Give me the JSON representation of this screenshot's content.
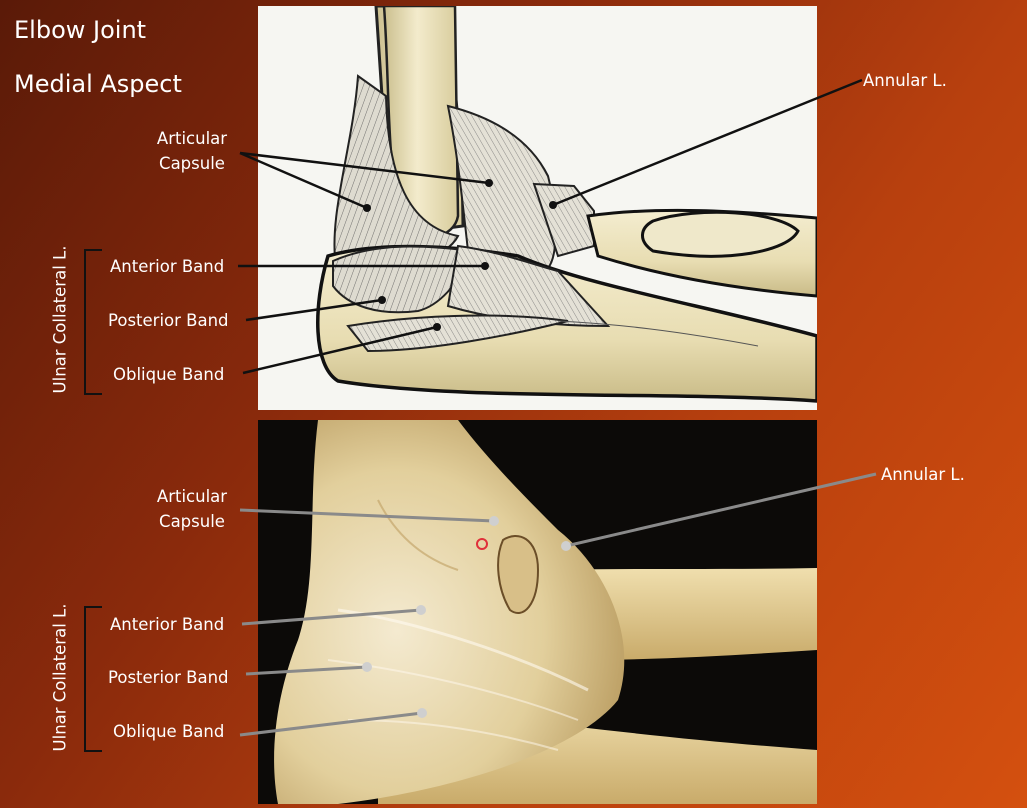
{
  "header": {
    "title": "Elbow Joint",
    "subtitle": "Medial Aspect"
  },
  "top_diagram": {
    "articular_capsule": "Articular\nCapsule",
    "annular": "Annular L.",
    "group": "Ulnar Collateral L.",
    "anterior_band": "Anterior Band",
    "posterior_band": "Posterior Band",
    "oblique_band": "Oblique Band"
  },
  "bottom_photo": {
    "articular_capsule": "Articular\nCapsule",
    "annular": "Annular L.",
    "group": "Ulnar Collateral L.",
    "anterior_band": "Anterior Band",
    "posterior_band": "Posterior Band",
    "oblique_band": "Oblique Band"
  },
  "colors": {
    "background": "#b8400e",
    "leader_top": "#111111",
    "leader_bottom": "#8a8a8a",
    "bone": "#efe6c2",
    "specimen": "#e8d8a8"
  }
}
